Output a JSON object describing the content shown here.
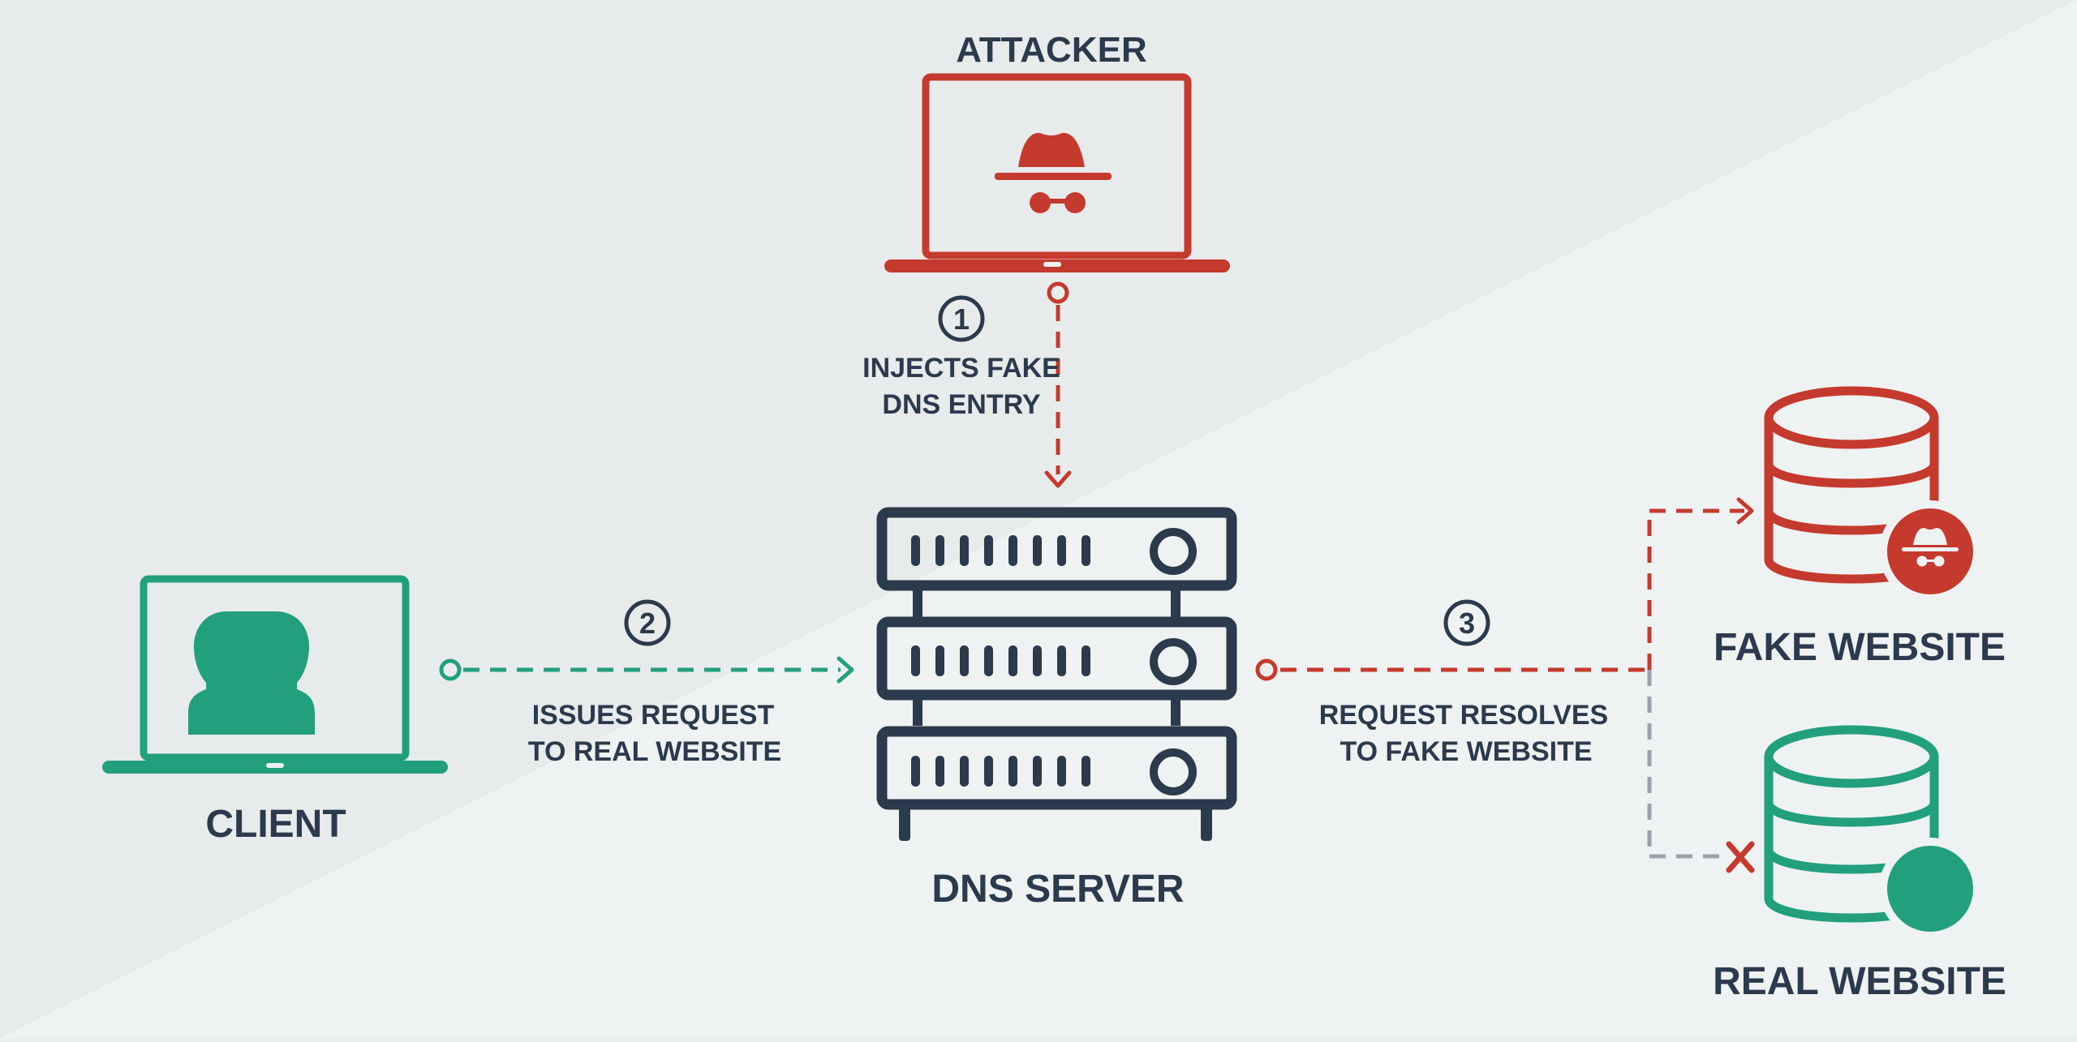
{
  "colors": {
    "attacker_red": "#c53a2e",
    "client_green": "#22a07e",
    "server_navy": "#2b3a4c",
    "muted_gray": "#9aa1aa",
    "background_light": "#ebeeee",
    "background_lighter": "#eef2f2"
  },
  "nodes": {
    "attacker": {
      "label": "ATTACKER",
      "icon": "laptop-spy-icon"
    },
    "client": {
      "label": "CLIENT",
      "icon": "laptop-user-icon"
    },
    "dns_server": {
      "label": "DNS SERVER",
      "icon": "server-rack-icon"
    },
    "fake_website": {
      "label": "FAKE WEBSITE",
      "icon": "database-spy-icon"
    },
    "real_website": {
      "label": "REAL WEBSITE",
      "icon": "database-icon"
    }
  },
  "steps": [
    {
      "number": "1",
      "line1": "INJECTS FAKE",
      "line2": "DNS ENTRY"
    },
    {
      "number": "2",
      "line1": "ISSUES REQUEST",
      "line2": "TO REAL WEBSITE"
    },
    {
      "number": "3",
      "line1": "REQUEST RESOLVES",
      "line2": "TO FAKE WEBSITE"
    }
  ],
  "blocked_connection": {
    "icon": "x-mark-icon"
  }
}
